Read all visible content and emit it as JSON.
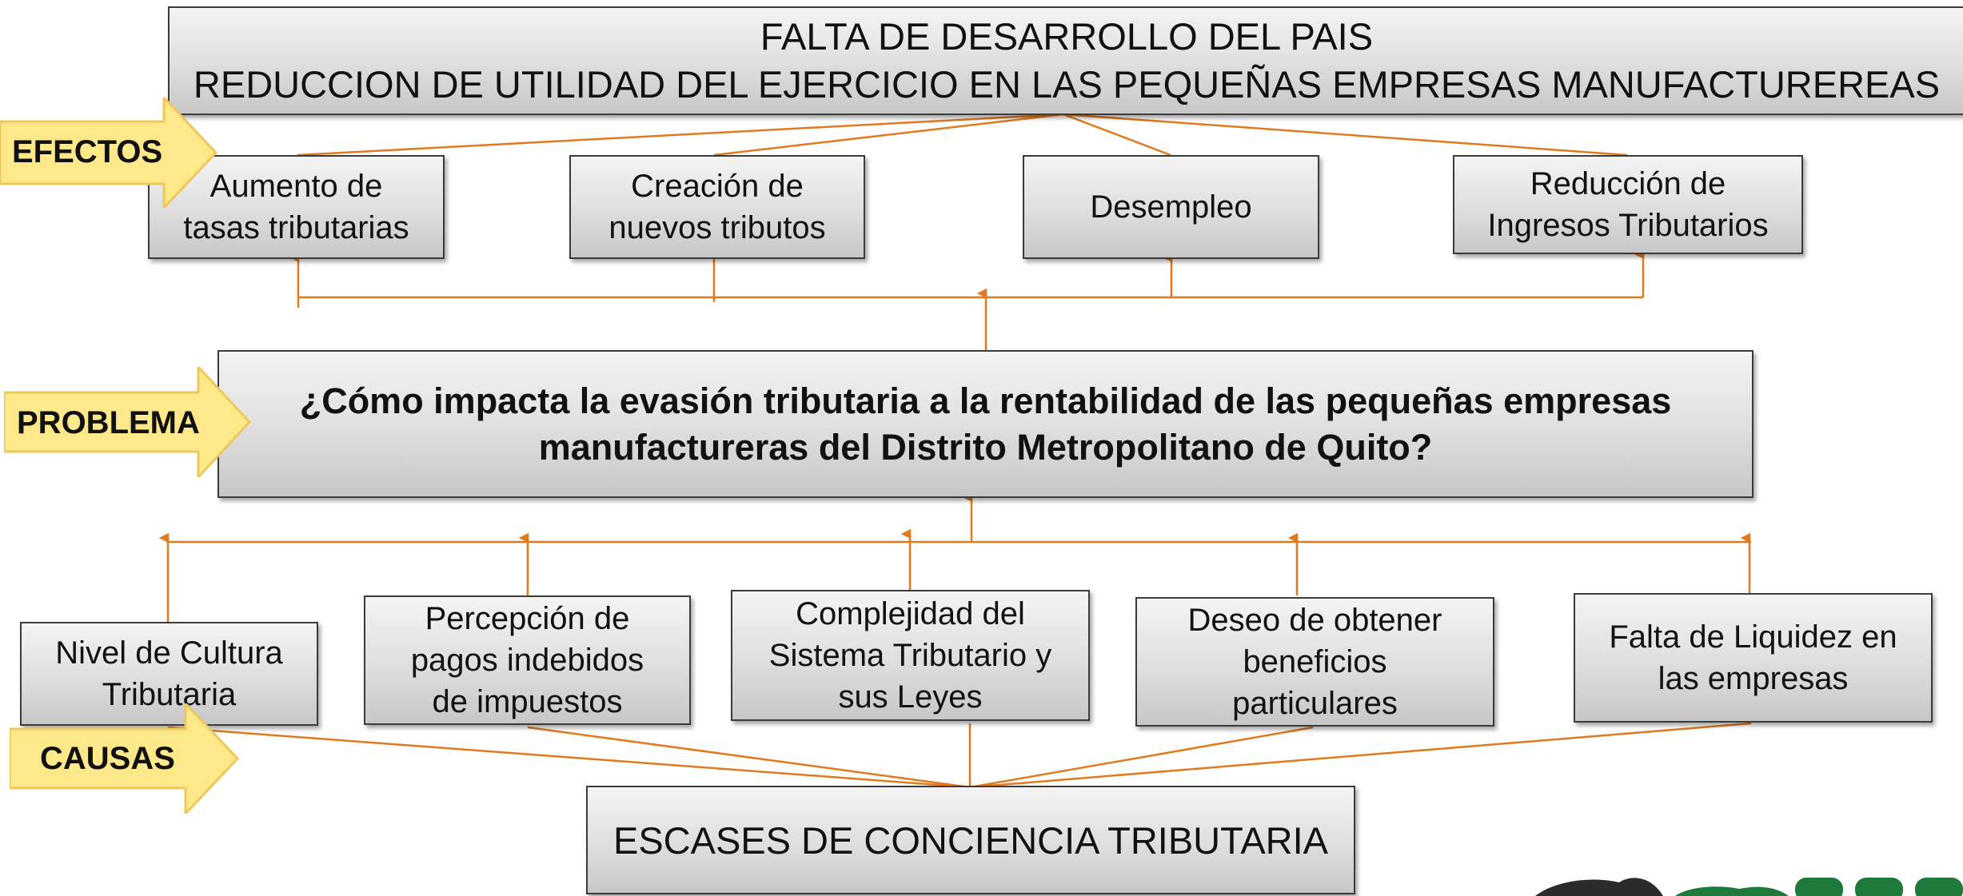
{
  "top_box": {
    "line1": "FALTA DE DESARROLLO DEL PAIS",
    "line2": "REDUCCION DE UTILIDAD DEL EJERCICIO EN LAS PEQUEÑAS EMPRESAS MANUFACTUREREAS"
  },
  "labels": {
    "efectos": "EFECTOS",
    "problema": "PROBLEMA",
    "causas": "CAUSAS"
  },
  "effects": [
    {
      "line1": "Aumento de",
      "line2": "tasas tributarias"
    },
    {
      "line1": "Creación de",
      "line2": "nuevos tributos"
    },
    {
      "line1": "Desempleo"
    },
    {
      "line1": "Reducción de",
      "line2": "Ingresos Tributarios"
    }
  ],
  "problem": {
    "line1": "¿Cómo impacta la evasión tributaria a la rentabilidad de las pequeñas empresas",
    "line2": "manufactureras del Distrito Metropolitano de Quito?"
  },
  "causes": [
    {
      "line1": "Nivel de Cultura",
      "line2": "Tributaria"
    },
    {
      "line1": "Percepción de",
      "line2": "pagos indebidos",
      "line3": "de impuestos"
    },
    {
      "line1": "Complejidad del",
      "line2": "Sistema Tributario y",
      "line3": "sus Leyes"
    },
    {
      "line1": "Deseo de obtener",
      "line2": "beneficios",
      "line3": "particulares"
    },
    {
      "line1": "Falta de Liquidez en",
      "line2": "las empresas"
    }
  ],
  "root": {
    "text": "ESCASES DE CONCIENCIA TRIBUTARIA"
  },
  "colors": {
    "connector": "#e07a1f",
    "label_arrow": "#fde98a",
    "label_arrow_border": "#f0c75a",
    "logo_green": "#1e7a3a"
  }
}
